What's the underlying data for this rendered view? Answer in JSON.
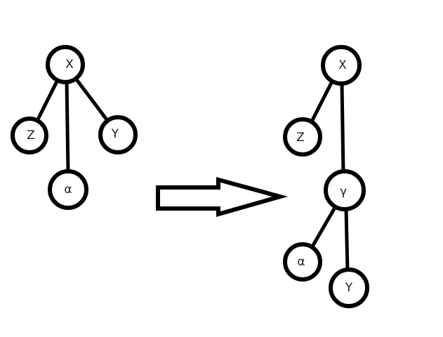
{
  "diagram": {
    "title": "tree-transformation",
    "colors": {
      "background": "#ffffff",
      "stroke": "#000000",
      "label": "#1c1c1c"
    },
    "left_tree": {
      "nodes": [
        {
          "id": "X",
          "label": "X",
          "role": "root"
        },
        {
          "id": "Z",
          "label": "Z",
          "role": "child"
        },
        {
          "id": "Y",
          "label": "Y",
          "role": "child"
        },
        {
          "id": "alpha",
          "label": "α",
          "role": "child"
        }
      ],
      "edges": [
        [
          "X",
          "Z"
        ],
        [
          "X",
          "α"
        ],
        [
          "X",
          "Y"
        ]
      ]
    },
    "arrow": {
      "direction": "right",
      "style": "outlined-block-arrow"
    },
    "right_tree": {
      "nodes": [
        {
          "id": "X",
          "label": "X",
          "role": "root"
        },
        {
          "id": "Z",
          "label": "Z",
          "role": "child"
        },
        {
          "id": "gamma",
          "label": "γ",
          "role": "child"
        },
        {
          "id": "alpha",
          "label": "α",
          "role": "grandchild"
        },
        {
          "id": "Y",
          "label": "Y",
          "role": "grandchild"
        }
      ],
      "edges": [
        [
          "X",
          "Z"
        ],
        [
          "X",
          "γ"
        ],
        [
          "γ",
          "α"
        ],
        [
          "γ",
          "Y"
        ]
      ]
    }
  }
}
